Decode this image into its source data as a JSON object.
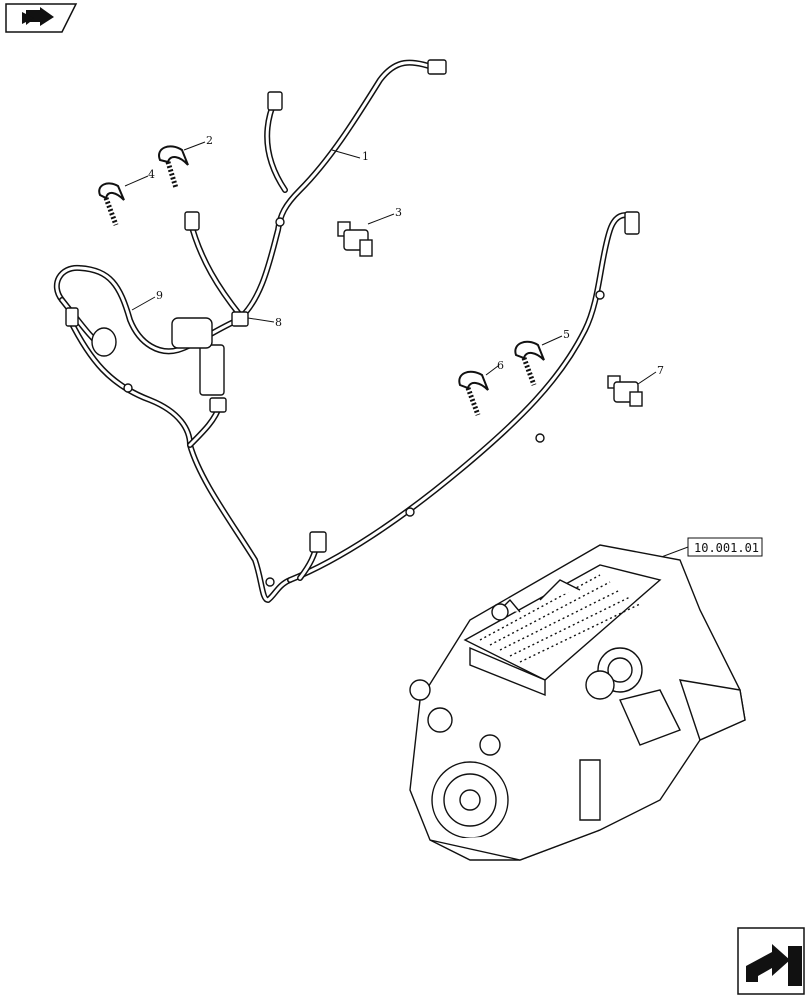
{
  "diagram": {
    "callouts": [
      {
        "id": "1",
        "text": "1"
      },
      {
        "id": "2",
        "text": "2"
      },
      {
        "id": "3",
        "text": "3"
      },
      {
        "id": "4",
        "text": "4"
      },
      {
        "id": "5",
        "text": "5"
      },
      {
        "id": "6",
        "text": "6"
      },
      {
        "id": "7",
        "text": "7"
      },
      {
        "id": "8",
        "text": "8"
      },
      {
        "id": "9",
        "text": "9"
      }
    ],
    "reference": "10.001.01",
    "icons": {
      "top_left": "previous-page-icon",
      "bottom_right": "next-page-icon"
    }
  }
}
